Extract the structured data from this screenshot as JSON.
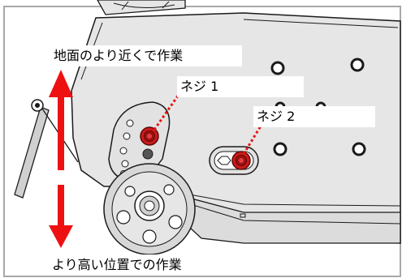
{
  "labels": {
    "top": "地面のより近くで作業",
    "bottom": "より高い位置での作業",
    "screw1": "ネジ 1",
    "screw2": "ネジ 2"
  },
  "colors": {
    "arrow": "#ee1111",
    "screw": "#cc1a1a",
    "outline": "#1a1a1a",
    "panel": "#e6e6e6",
    "frame": "#a8a8a8"
  }
}
